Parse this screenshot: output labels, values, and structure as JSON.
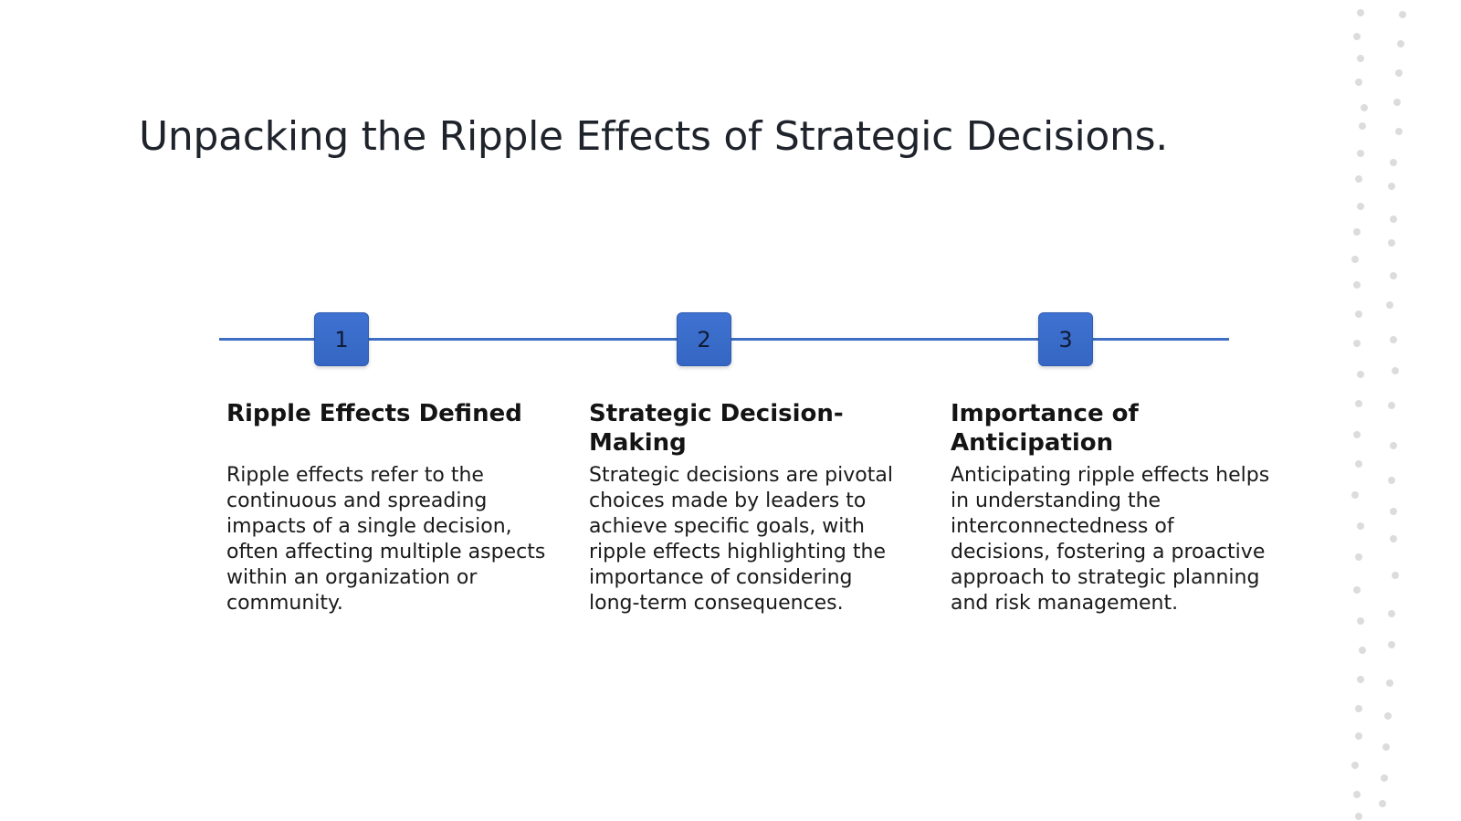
{
  "title": "Unpacking the Ripple Effects of Strategic Decisions.",
  "colors": {
    "accent": "#3a6cc8",
    "line": "#3f6fc4",
    "text": "#141414",
    "dots": "#d8d8d8"
  },
  "steps": [
    {
      "number": "1",
      "heading": "Ripple Effects Defined",
      "body": "Ripple effects refer to the continuous and spreading impacts of a single decision, often affecting multiple aspects within an organization or community."
    },
    {
      "number": "2",
      "heading": "Strategic Decision-Making",
      "body": "Strategic decisions are pivotal choices made by leaders to achieve specific goals, with ripple effects highlighting the importance of considering long-term consequences."
    },
    {
      "number": "3",
      "heading": "Importance of Anticipation",
      "body": "Anticipating ripple effects helps in understanding the interconnectedness of decisions, fostering a proactive approach to strategic planning and risk management."
    }
  ]
}
